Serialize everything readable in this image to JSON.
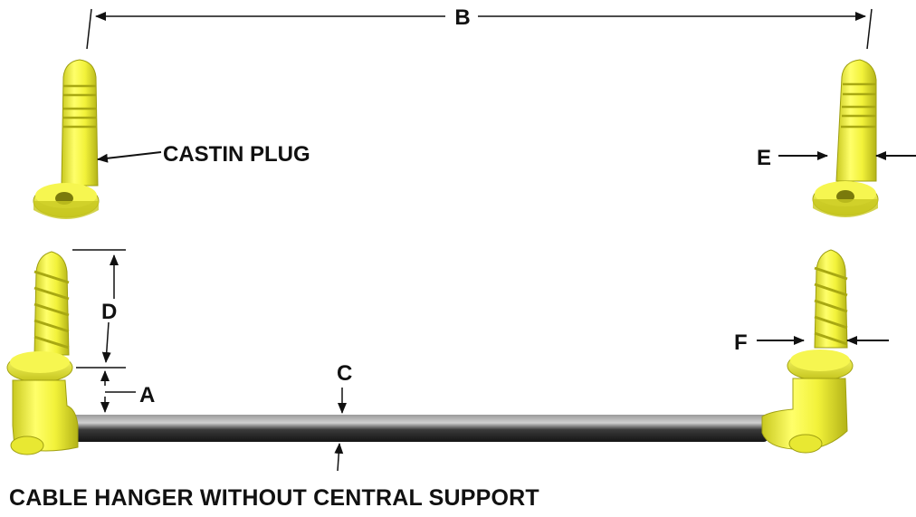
{
  "labels": {
    "b": "B",
    "castin_plug": "CASTIN PLUG",
    "e": "E",
    "d": "D",
    "a": "A",
    "c": "C",
    "f": "F"
  },
  "caption": "CABLE HANGER WITHOUT CENTRAL SUPPORT",
  "colors": {
    "plug_yellow": "#f2f23a",
    "plug_shadow": "#b8b81a",
    "rod_dark": "#2b2b2b",
    "rod_light": "#8a8a8a",
    "ink": "#111111"
  }
}
